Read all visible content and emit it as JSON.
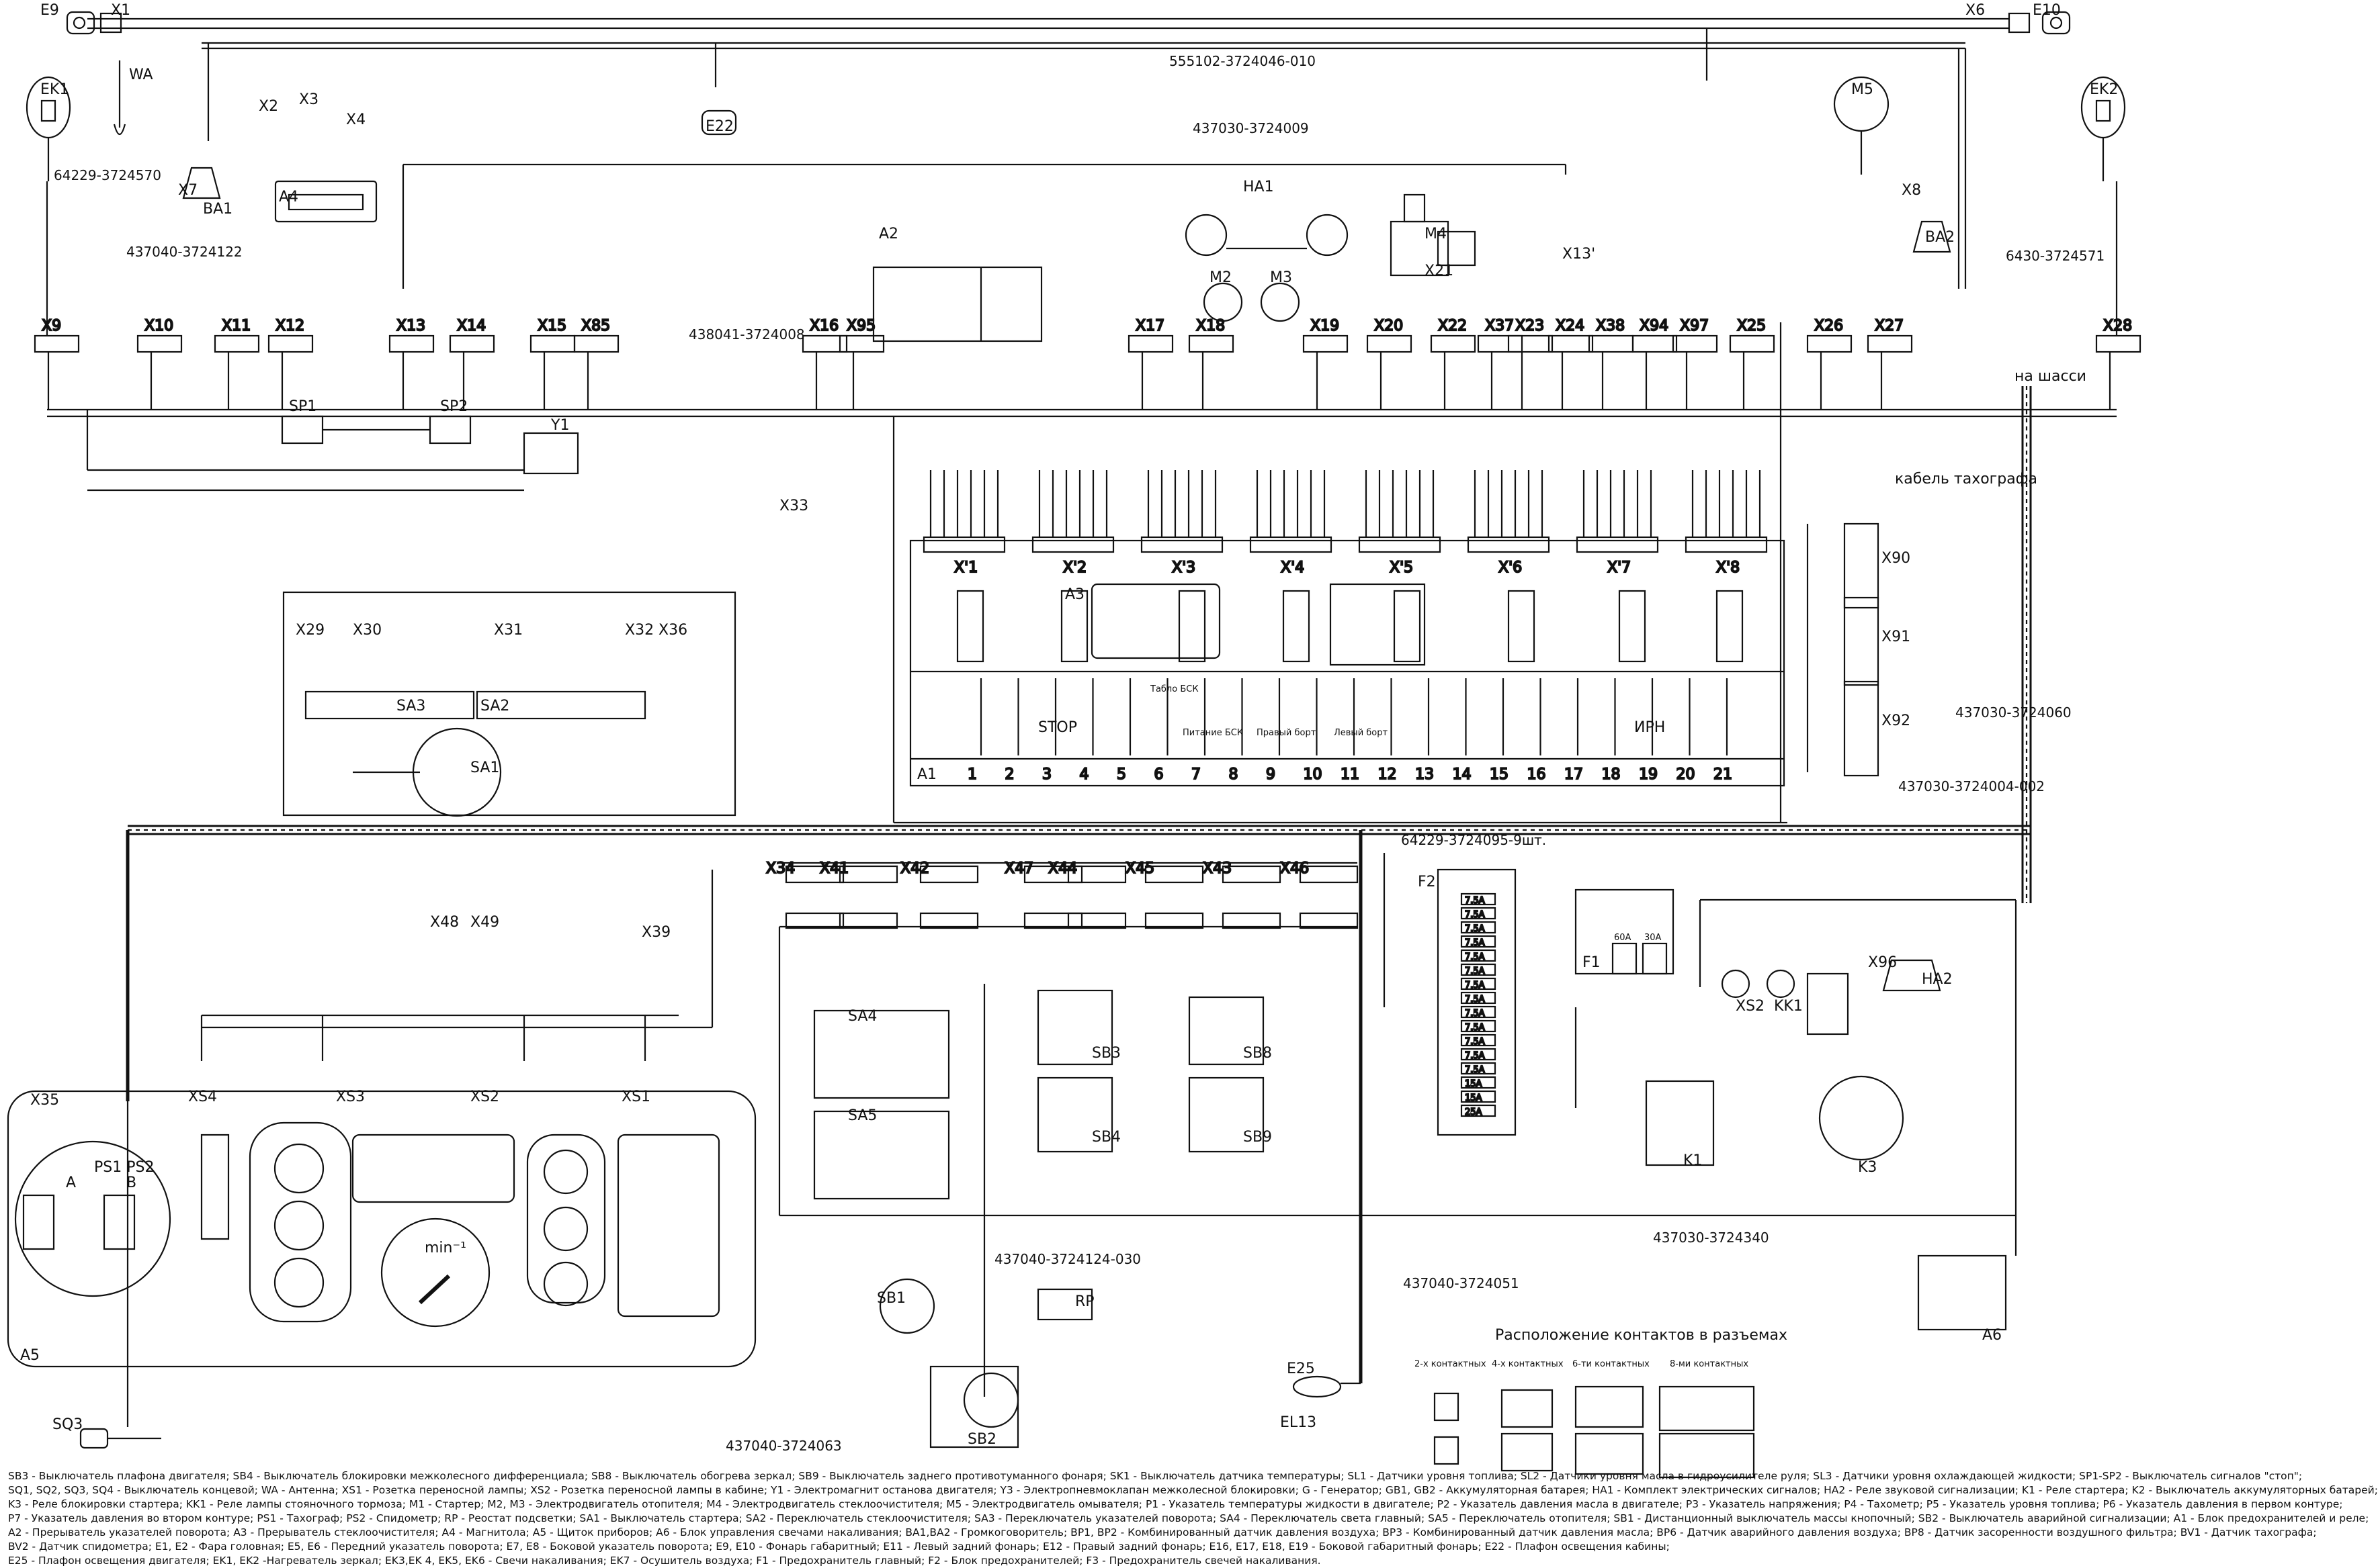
{
  "connectors_top": [
    "X9",
    "X10",
    "X11",
    "X12",
    "X13",
    "X14",
    "X15",
    "X85",
    "X16",
    "X95",
    "X17",
    "X18",
    "X19",
    "X20",
    "X22",
    "X37",
    "X23",
    "X24",
    "X38",
    "X94",
    "X97",
    "X25",
    "X26",
    "X27",
    "X28"
  ],
  "components_top": [
    "E9",
    "X1",
    "X6",
    "E10",
    "EK1",
    "EK2",
    "WA",
    "X2",
    "X3",
    "X4",
    "X7",
    "BA1",
    "A4",
    "E22",
    "M5",
    "X8",
    "BA2",
    "X13'",
    "HA1",
    "M2",
    "M3",
    "M4",
    "X21",
    "A2"
  ],
  "harness_labels": {
    "h1": "555102-3724046-010",
    "h2": "437030-3724009",
    "h3": "64229-3724570",
    "h4": "437040-3724122",
    "h5": "438041-3724008",
    "h6": "6430-3724571",
    "h7": "437030-3724060",
    "h8": "437030-3724004-002",
    "h9": "64229-3724095-9шт.",
    "h10": "437030-3724340",
    "h11": "437040-3724124-030",
    "h12": "437040-3724051",
    "h13": "437040-3724063"
  },
  "chassis_label": "на шасси",
  "tacho_cable": "кабель тахографа",
  "a1_connectors": [
    "X'1",
    "X'2",
    "X'3",
    "X'4",
    "X'5",
    "X'6",
    "X'7",
    "X'8"
  ],
  "a1_numbers": [
    "1",
    "2",
    "3",
    "4",
    "5",
    "6",
    "7",
    "8",
    "9",
    "10",
    "11",
    "12",
    "13",
    "14",
    "15",
    "16",
    "17",
    "18",
    "19",
    "20",
    "21"
  ],
  "a1_label": "A1",
  "a3_label": "A3",
  "panel_words": {
    "stop": "STOP",
    "tablo": "Табло БСК",
    "pitanie": "Питание БСК",
    "right_fl": "Правый борт",
    "left_fl": "Левый борт",
    "irn": "ИРН"
  },
  "mid_left": [
    "SP1",
    "SP2",
    "Y1",
    "X33",
    "X29",
    "X30",
    "X31",
    "X32",
    "X36",
    "SA3",
    "SA2",
    "SA1",
    "X48",
    "X49",
    "X39"
  ],
  "row_connectors": [
    "X34",
    "X41",
    "X42",
    "X47",
    "X44",
    "X45",
    "X43",
    "X46"
  ],
  "switch_blocks": [
    "SA4",
    "SA5",
    "SB3",
    "SB4",
    "SB8",
    "SB9",
    "SB1",
    "RP",
    "SB2"
  ],
  "xs_labels": [
    "XS4",
    "XS3",
    "XS2",
    "XS1"
  ],
  "a5": {
    "label": "A5",
    "x35": "X35",
    "ps": "PS1\nPS2",
    "a": "A",
    "b": "B",
    "rpm": "min⁻¹"
  },
  "f2_label": "F2",
  "fuses": [
    "7.5A",
    "7.5A",
    "7.5A",
    "7.5A",
    "7.5A",
    "7.5A",
    "7.5A",
    "7.5A",
    "7.5A",
    "7.5A",
    "7.5A",
    "7.5A",
    "7.5A",
    "15A",
    "15A",
    "25A"
  ],
  "right_parts": [
    "F1",
    "XS2",
    "KK1",
    "X96",
    "HA2",
    "K1",
    "K3",
    "A6",
    "X90",
    "X91",
    "X92"
  ],
  "f1_fuses": [
    "60A",
    "30A"
  ],
  "bottom_parts": [
    "SQ3",
    "E25",
    "EL13"
  ],
  "pinout": {
    "title": "Расположение контактов в разъемах",
    "c2": "2-х контактных",
    "c4": "4-х контактных",
    "c6": "6-ти контактных",
    "c8": "8-ми контактных"
  },
  "legend": [
    "SB3 - Выключатель плафона двигателя; SB4 - Выключатель блокировки межколесного дифференциала; SB8 - Выключатель обогрева зеркал; SB9 - Выключатель заднего противотуманного фонаря; SK1 - Выключатель датчика температуры; SL1 - Датчики уровня топлива; SL2 - Датчики уровня масла в гидроусилителе руля; SL3 - Датчики уровня охлаждающей жидкости; SP1-SP2 - Выключатель сигналов \"стоп\";",
    "SQ1, SQ2, SQ3, SQ4 - Выключатель концевой; WA - Антенна; XS1 - Розетка переносной лампы; XS2 - Розетка переносной лампы в кабине; Y1 - Электромагнит останова двигателя; Y3 - Электропневмоклапан межколесной блокировки; G - Генератор; GB1, GB2 - Аккумуляторная батарея; HA1 - Комплект электрических сигналов; HA2 - Реле звуковой сигнализации; K1 - Реле стартера; K2 - Выключатель аккумуляторных батарей;",
    "K3 - Реле блокировки стартера; KK1 - Реле лампы стояночного тормоза; M1 - Стартер; M2, M3 - Электродвигатель отопителя; M4 - Электродвигатель стеклоочистителя; M5 - Электродвигатель омывателя; P1 - Указатель температуры жидкости в двигателе; P2 - Указатель давления масла в двигателе; P3 - Указатель напряжения; P4 - Тахометр; P5 - Указатель уровня топлива; P6 - Указатель давления в первом контуре;",
    "P7 - Указатель давления во втором контуре; PS1 - Тахограф; PS2 - Спидометр; RP - Реостат подсветки; SA1 - Выключатель стартера; SA2 - Переключатель стеклоочистителя; SA3 - Переключатель указателей поворота; SA4 - Переключатель света главный; SA5 - Переключатель отопителя; SB1 - Дистанционный выключатель массы кнопочный; SB2 - Выключатель аварийной сигнализации; A1 - Блок предохранителей и реле;",
    " A2 - Прерыватель указателей поворота; A3 - Прерыватель стеклоочистителя; A4 - Магнитола; A5 - Щиток приборов; A6 - Блок управления свечами накаливания; BA1,BA2 - Громкоговоритель; BP1, BP2 - Комбинированный датчик давления воздуха; BP3 - Комбинированный датчик давления масла; BP6 - Датчик аварийного давления воздуха; BP8 - Датчик засоренности воздушного фильтра; BV1 - Датчик тахографа;",
    "BV2 - Датчик спидометра; E1, E2 - Фара головная; E5, E6 - Передний указатель поворота; E7, E8 - Боковой указатель поворота; E9, E10 - Фонарь габаритный; E11 - Левый задний фонарь; E12 - Правый задний фонарь; E16, E17, E18, E19 - Боковой габаритный фонарь; E22 - Плафон освещения кабины;",
    "E25 - Плафон освещения двигателя; EK1, EK2 -Нагреватель зеркал; EK3,EK 4, EK5, EK6 - Свечи накаливания; EK7 - Осушитель воздуха; F1 - Предохранитель главный; F2 - Блок предохранителей; F3 - Предохранитель свечей накаливания."
  ]
}
